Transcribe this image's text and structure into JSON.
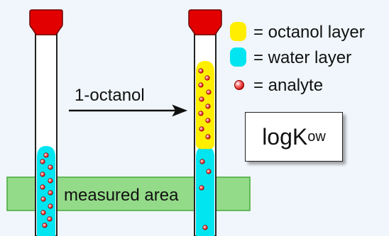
{
  "colors": {
    "background": "#f0f6fb",
    "octanol": "#ffee00",
    "water": "#00e5f0",
    "band": "#93db88",
    "band_border": "#46a93c",
    "cap": "#e20000",
    "analyte": "#e60000"
  },
  "legend": {
    "octanol_label": "= octanol layer",
    "water_label": "= water layer",
    "analyte_label": "= analyte"
  },
  "arrow_label": "1-octanol",
  "band_label": "measured area",
  "logkow": {
    "main": "logK",
    "subscript": "ow"
  }
}
